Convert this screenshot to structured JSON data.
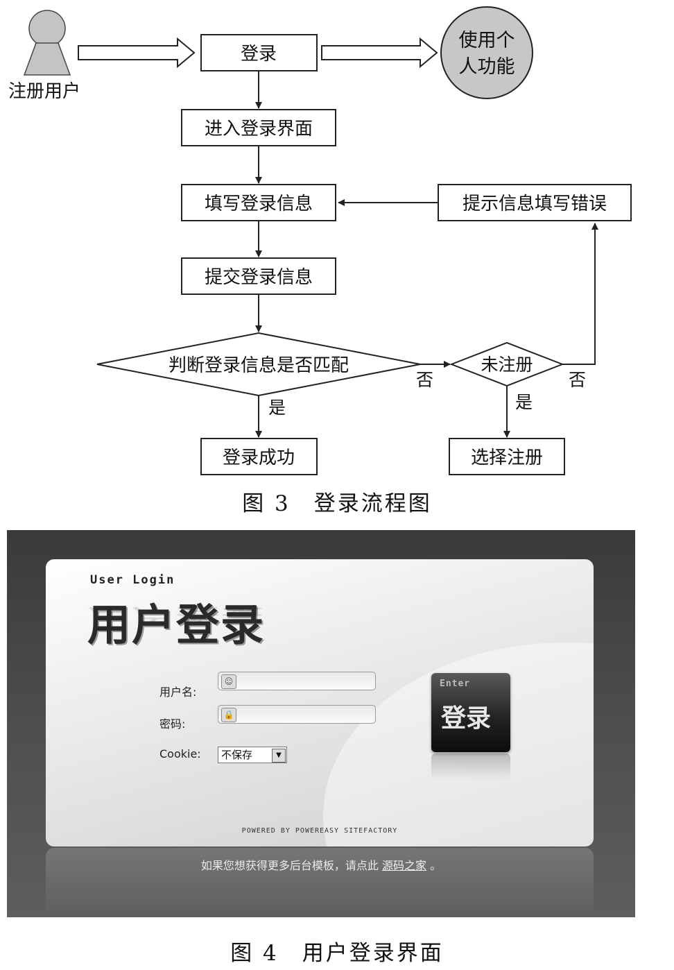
{
  "figure3": {
    "actor_label": "注册用户",
    "login": "登录",
    "use_features": "使用个人功能",
    "enter_login": "进入登录界面",
    "fill_info": "填写登录信息",
    "submit_info": "提交登录信息",
    "judge": "判断登录信息是否匹配",
    "not_registered": "未注册",
    "error_prompt": "提示信息填写错误",
    "login_success": "登录成功",
    "choose_register": "选择注册",
    "yes": "是",
    "no": "否",
    "caption": "图 3　登录流程图"
  },
  "figure4": {
    "title_en": "User Login",
    "title_cn": "用户登录",
    "username_label": "用户名:",
    "password_label": "密码:",
    "cookie_label": "Cookie:",
    "cookie_selected": "不保存",
    "enter_en": "Enter",
    "enter_cn": "登录",
    "powered": "POWERED BY POWEREASY SITEFACTORY",
    "footer_text": "如果您想获得更多后台模板，请点此",
    "footer_link": "源码之家",
    "footer_end": "。",
    "caption": "图 4　用户登录界面"
  }
}
